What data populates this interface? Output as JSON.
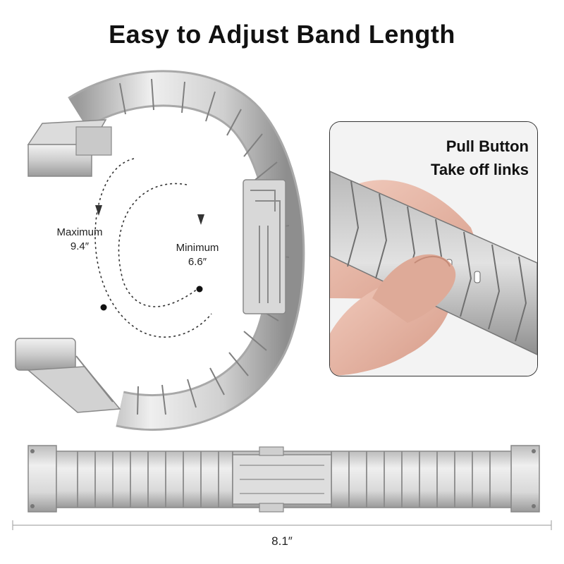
{
  "title": "Easy to Adjust Band Length",
  "labels": {
    "max_label": "Maximum",
    "max_value": "9.4″",
    "min_label": "Minimum",
    "min_value": "6.6″",
    "length_value": "8.1″"
  },
  "photo": {
    "line1": "Pull Button",
    "line2": "Take off links"
  },
  "colors": {
    "metal_light": "#e6e6e6",
    "metal_mid": "#c8c8c8",
    "metal_dark": "#8f8f8f",
    "skin": "#e7b5a4"
  }
}
